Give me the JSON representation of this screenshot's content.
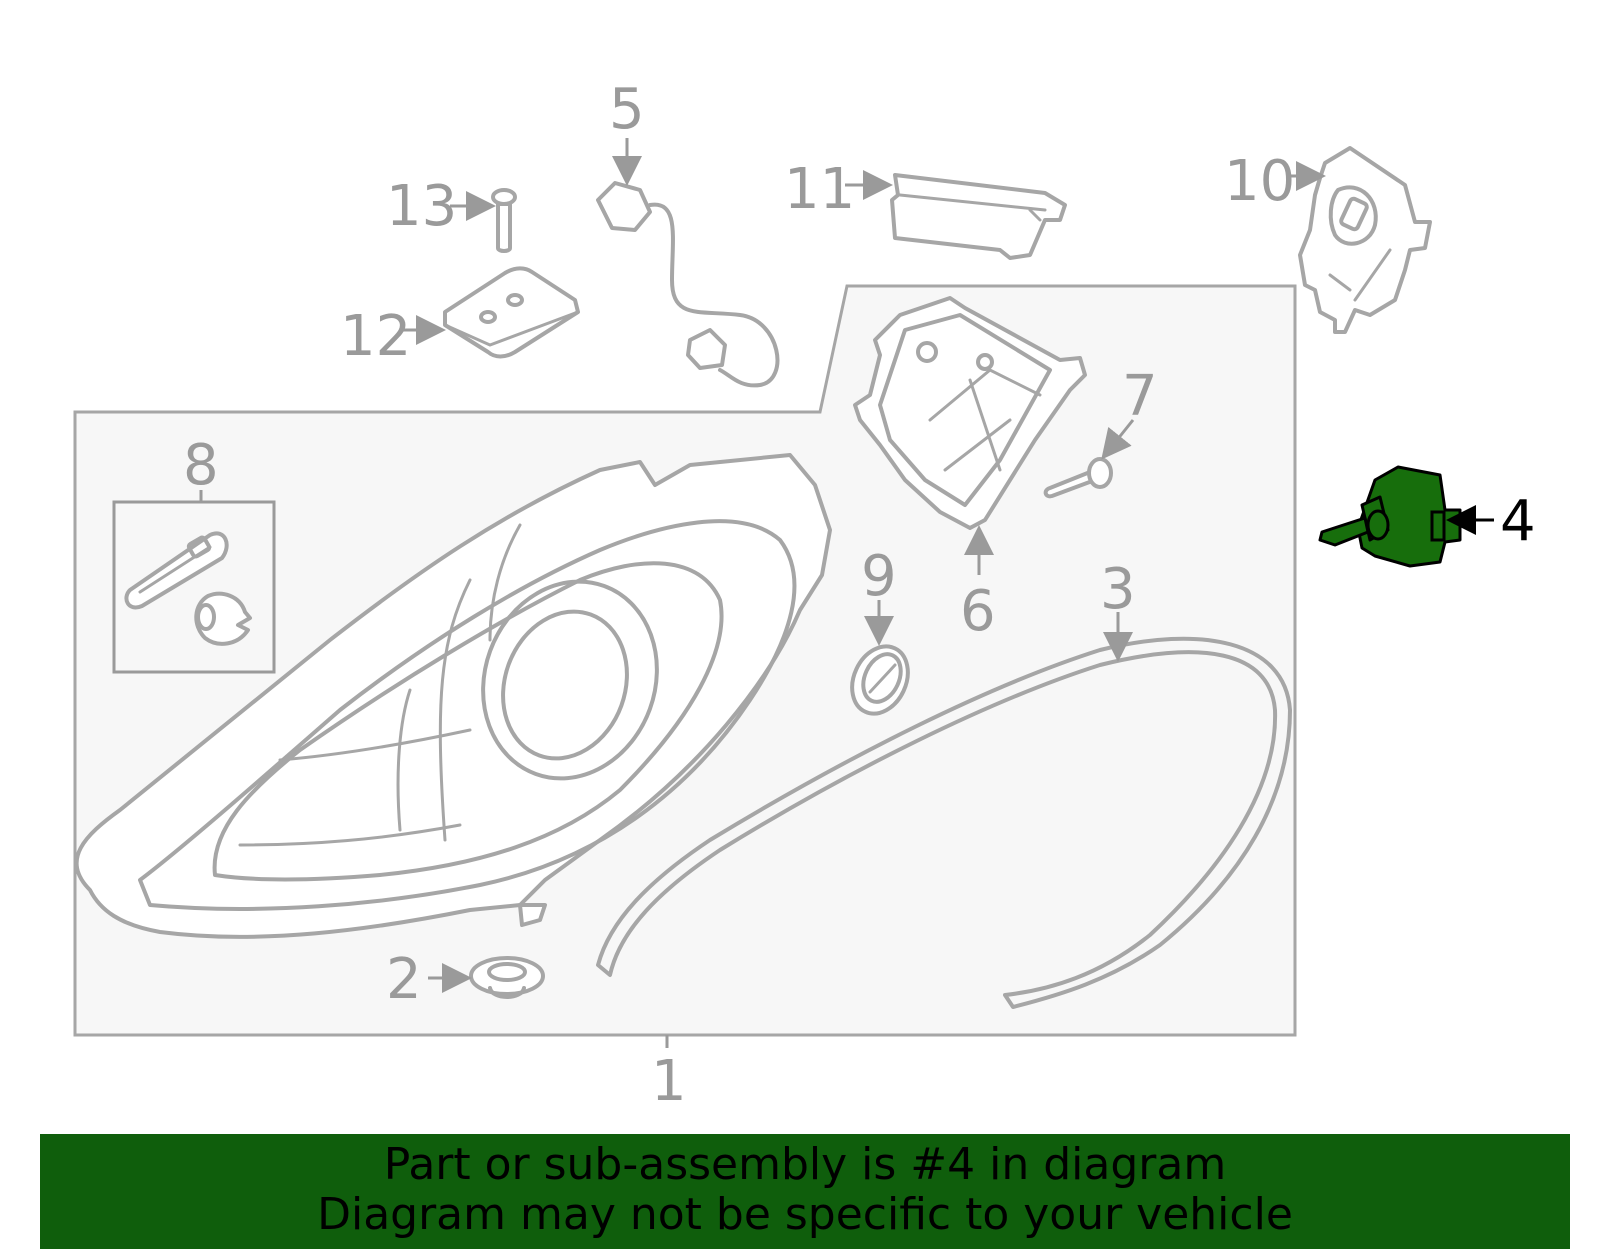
{
  "colors": {
    "banner_background": "#0f5e0c",
    "highlight_part": "#176e0c",
    "line_gray": "#a6a6a6",
    "panel_fill": "#f7f7f7"
  },
  "callouts": {
    "c1": "1",
    "c2": "2",
    "c3": "3",
    "c4": "4",
    "c5": "5",
    "c6": "6",
    "c7": "7",
    "c8": "8",
    "c9": "9",
    "c10": "10",
    "c11": "11",
    "c12": "12",
    "c13": "13"
  },
  "banner": {
    "line1": "Part or sub-assembly is #4 in diagram",
    "line2": "Diagram may not be specific to your vehicle"
  }
}
